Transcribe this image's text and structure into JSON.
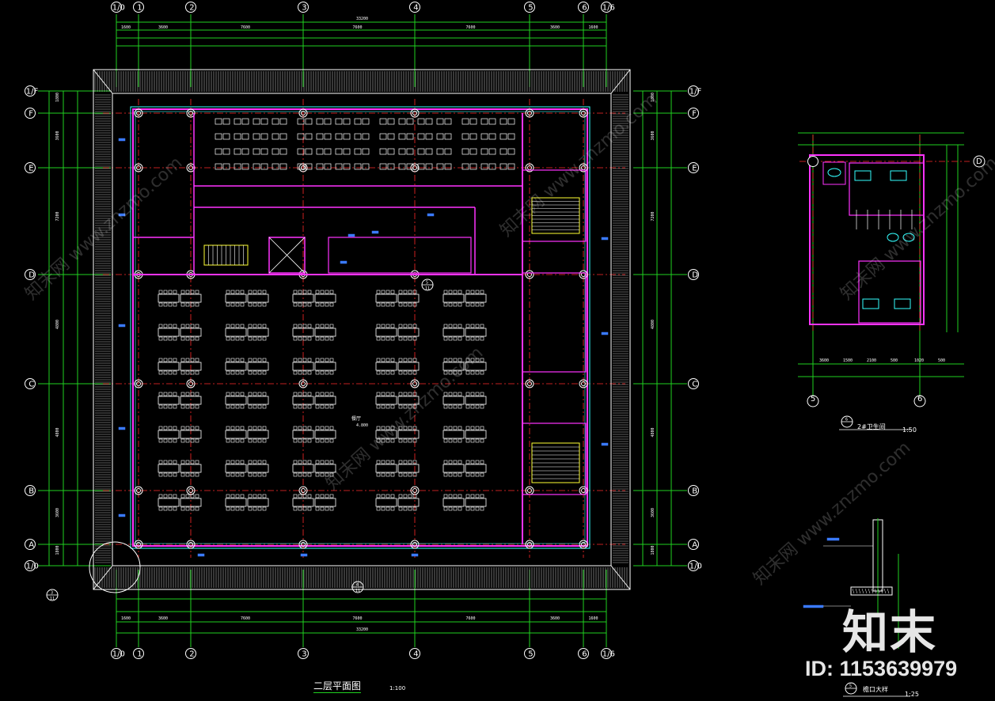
{
  "drawing": {
    "main_plan": {
      "title": "二层平面图",
      "scale": "1:100",
      "overall_dimension": "33200",
      "col_axes": [
        "1/0",
        "1",
        "2",
        "3",
        "4",
        "5",
        "6",
        "1/6"
      ],
      "row_axes": [
        "1/F",
        "F",
        "E",
        "D",
        "C",
        "B",
        "A",
        "1/0"
      ],
      "top_dims": [
        "1600",
        "3600",
        "7600",
        "7600",
        "7600",
        "3600",
        "1600"
      ],
      "bottom_dims": [
        "1600",
        "3600",
        "7600",
        "7600",
        "7600",
        "3600",
        "1600"
      ],
      "side_dims": [
        "1800",
        "3600",
        "7200",
        "4800",
        "4800",
        "3600",
        "1800"
      ],
      "hall_label": "餐厅",
      "hall_elevation": "4.800",
      "callouts": [
        {
          "num": "5",
          "sheet": "11"
        },
        {
          "num": "4",
          "sheet": "11"
        },
        {
          "num": "3",
          "sheet": "11"
        }
      ]
    },
    "detail_toilet": {
      "title": "2#卫生间",
      "num": "6",
      "scale": "1:50",
      "axes": [
        "5",
        "6",
        "D"
      ],
      "dims": [
        "3600",
        "1500",
        "2100",
        "500",
        "1020",
        "500"
      ]
    },
    "detail_eave": {
      "title": "檐口大样",
      "num": "5",
      "scale": "1:25"
    }
  },
  "watermark": {
    "logo_text": "知末",
    "id_text": "ID: 1153639979",
    "site_cn": "知末网",
    "site_en": "www.znzmo.com"
  },
  "colors": {
    "background": "#000000",
    "axis": "#ff2a2a",
    "grid_green": "#1fd11f",
    "wall": "#ff33ff",
    "window": "#33ffff",
    "furniture": "#ffffff",
    "stair": "#ffff33",
    "label_blue": "#3b7bff"
  }
}
